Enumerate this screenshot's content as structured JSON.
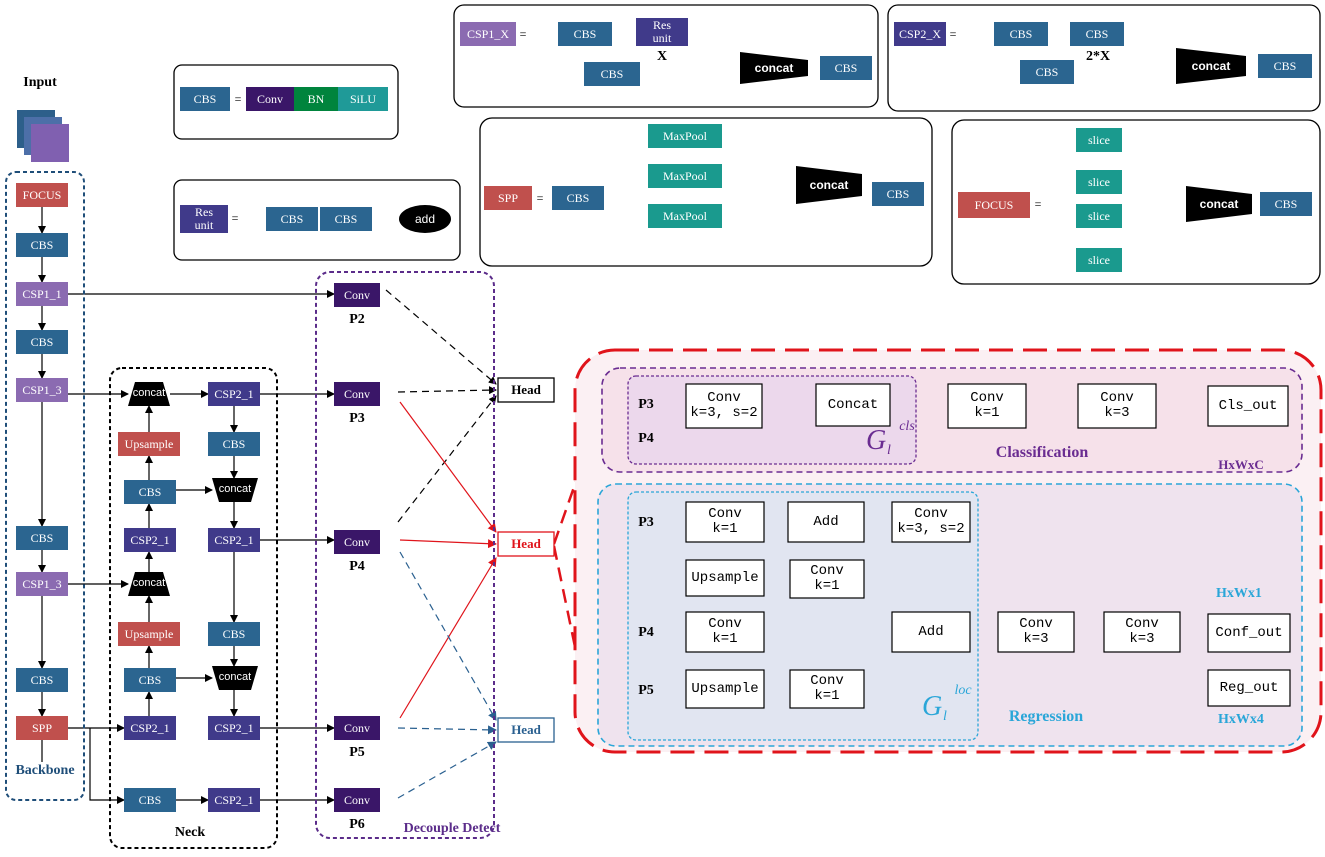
{
  "colors": {
    "cbs": "#2b6590",
    "csp_light": "#8b6bb1",
    "csp_dark": "#403a8a",
    "focus_red": "#c0504d",
    "conv_purple": "#3a1668",
    "bn_green": "#00843d",
    "silu_teal": "#1f9a98",
    "maxpool_teal": "#1a9a8e",
    "concat_black": "#000000",
    "backbone_blue": "#1f4e79",
    "decouple_purple": "#5b2c8a",
    "red": "#e0141b",
    "cls_purple": "#6a2c91",
    "reg_blue": "#2aa6d8"
  },
  "input": {
    "label": "Input"
  },
  "backbone": {
    "title": "Backbone",
    "blocks": [
      "FOCUS",
      "CBS",
      "CSP1_1",
      "CBS",
      "CSP1_3",
      "CBS",
      "CSP1_3",
      "CBS",
      "SPP"
    ]
  },
  "neck": {
    "title": "Neck",
    "concat_label": "concat",
    "upsample_label": "Upsample",
    "cbs_label": "CBS",
    "csp21_label": "CSP2_1"
  },
  "decouple": {
    "title": "Decouple Detect",
    "conv_label": "Conv",
    "levels": [
      "P2",
      "P3",
      "P4",
      "P5",
      "P6"
    ],
    "head_label": "Head"
  },
  "legend": {
    "cbs_eq": {
      "lhs": "CBS",
      "eq": "=",
      "parts": [
        "Conv",
        "BN",
        "SiLU"
      ]
    },
    "res_unit": {
      "lhs": "Res\nunit",
      "eq": "=",
      "cbs": "CBS",
      "add": "add"
    },
    "csp1x": {
      "lhs": "CSP1_X",
      "eq": "=",
      "cbs": "CBS",
      "res": "Res\nunit",
      "x": "X",
      "concat": "concat"
    },
    "csp2x": {
      "lhs": "CSP2_X",
      "eq": "=",
      "cbs": "CBS",
      "x": "2*X",
      "concat": "concat"
    },
    "spp": {
      "lhs": "SPP",
      "eq": "=",
      "cbs": "CBS",
      "maxpool": "MaxPool",
      "concat": "concat"
    },
    "focus": {
      "lhs": "FOCUS",
      "eq": "=",
      "slice": "slice",
      "concat": "concat",
      "cbs": "CBS"
    }
  },
  "detail": {
    "cls": {
      "p3": "P3",
      "p4": "P4",
      "conv1": "Conv\nk=3, s=2",
      "concat": "Concat",
      "conv2": "Conv\nk=1",
      "conv3": "Conv\nk=3",
      "out": "Cls_out",
      "g_base": "G",
      "g_sup": "cls",
      "g_sub": "l",
      "title": "Classification",
      "dims": "HxWxC"
    },
    "reg": {
      "p3": "P3",
      "p4": "P4",
      "p5": "P5",
      "conv_p3": "Conv\nk=1",
      "add1": "Add",
      "conv_k3s2": "Conv\nk=3, s=2",
      "upsample1": "Upsample",
      "conv_mid": "Conv\nk=1",
      "conv_p4": "Conv\nk=1",
      "add2": "Add",
      "upsample2": "Upsample",
      "conv_p5": "Conv\nk=1",
      "conv_a": "Conv\nk=3",
      "conv_b": "Conv\nk=3",
      "conf_out": "Conf_out",
      "reg_out": "Reg_out",
      "g_base": "G",
      "g_sup": "loc",
      "g_sub": "l",
      "title": "Regression",
      "dims1": "HxWx1",
      "dims4": "HxWx4"
    }
  }
}
